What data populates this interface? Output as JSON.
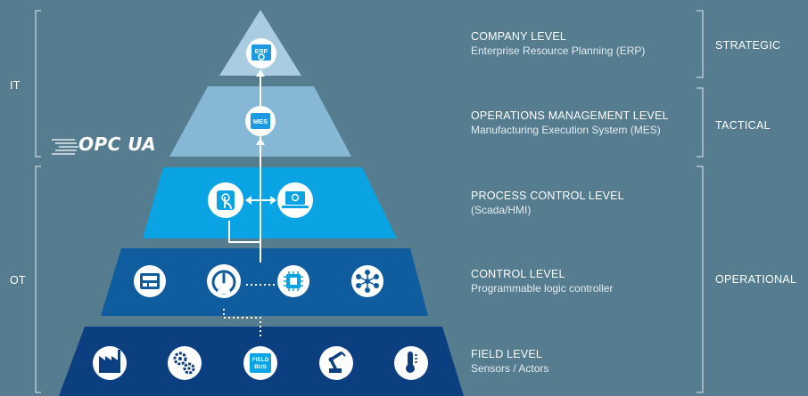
{
  "side_labels": {
    "it": "IT",
    "ot": "OT"
  },
  "logo": {
    "text": "OPC UA"
  },
  "levels": [
    {
      "title": "COMPANY LEVEL",
      "subtitle": "Enterprise Resource Planning (ERP)"
    },
    {
      "title": "OPERATIONS MANAGEMENT LEVEL",
      "subtitle": "Manufacturing Execution System (MES)"
    },
    {
      "title": "PROCESS CONTROL LEVEL",
      "subtitle": "(Scada/HMI)"
    },
    {
      "title": "CONTROL LEVEL",
      "subtitle": "Programmable logic controller"
    },
    {
      "title": "FIELD LEVEL",
      "subtitle": "Sensors / Actors"
    }
  ],
  "categories": {
    "strategic": "STRATEGIC",
    "tactical": "TACTICAL",
    "operational": "OPERATIONAL"
  },
  "icons": {
    "erp": {
      "name": "erp-icon",
      "text": "ERP"
    },
    "mes": {
      "name": "mes-icon",
      "text": "MES"
    },
    "fieldbus": {
      "name": "fieldbus-icon",
      "line1": "FIELD",
      "line2": "BUS"
    }
  },
  "colors": {
    "background": "#557c8f",
    "level_company": "#a9cce0",
    "level_operations": "#86b8d6",
    "level_process": "#0aa3e4",
    "level_control": "#0f5c9e",
    "level_field": "#0c3f80"
  }
}
